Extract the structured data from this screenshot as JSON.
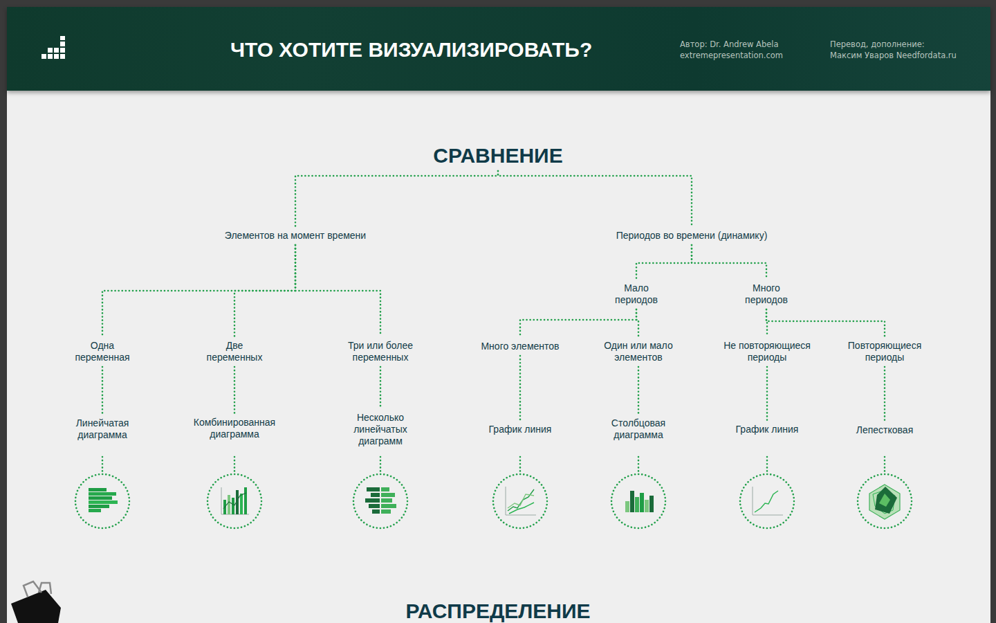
{
  "diagram": {
    "title": "ЧТО ХОТИТЕ ВИЗУАЛИЗИРОВАТЬ?",
    "nodes": [
      {
        "text": [
          "СРАВНЕНИЕ"
        ]
      },
      {
        "text": [
          "Элементов на момент времени"
        ]
      },
      {
        "text": [
          "Периодов во времени (динамику)"
        ]
      },
      {
        "text": [
          "Одна переменная"
        ]
      },
      {
        "text": [
          "Две переменных"
        ]
      },
      {
        "text": [
          "Три или более переменных"
        ]
      },
      {
        "text": [
          "Мало периодов"
        ]
      },
      {
        "text": [
          "Много периодов"
        ]
      },
      {
        "text": [
          "Много элементов"
        ]
      },
      {
        "text": [
          "Один или мало элементов"
        ]
      },
      {
        "text": [
          "Не повторяющиеся периоды"
        ]
      },
      {
        "text": [
          "Повторяющиеся периоды"
        ]
      },
      {
        "text": [
          "Линейчатая диаграмма"
        ]
      },
      {
        "text": [
          "Комбинированная диаграмма"
        ]
      },
      {
        "text": [
          "Несколько линейчатых диаграмм"
        ]
      },
      {
        "text": [
          "График линия"
        ]
      },
      {
        "text": [
          "Столбцовая диаграмма"
        ]
      },
      {
        "text": [
          "График линия"
        ]
      },
      {
        "text": [
          "Лепестковая"
        ]
      }
    ],
    "edges": [
      {
        "from": 0,
        "to": 1,
        "arrow": "none"
      },
      {
        "from": 0,
        "to": 2,
        "arrow": "none"
      },
      {
        "from": 1,
        "to": 3,
        "arrow": "none"
      },
      {
        "from": 1,
        "to": 4,
        "arrow": "none"
      },
      {
        "from": 1,
        "to": 5,
        "arrow": "none"
      },
      {
        "from": 2,
        "to": 6,
        "arrow": "none"
      },
      {
        "from": 2,
        "to": 7,
        "arrow": "none"
      },
      {
        "from": 6,
        "to": 8,
        "arrow": "none"
      },
      {
        "from": 6,
        "to": 9,
        "arrow": "none"
      },
      {
        "from": 7,
        "to": 10,
        "arrow": "none"
      },
      {
        "from": 7,
        "to": 11,
        "arrow": "none"
      },
      {
        "from": 3,
        "to": 12,
        "arrow": "none"
      },
      {
        "from": 4,
        "to": 13,
        "arrow": "none"
      },
      {
        "from": 5,
        "to": 14,
        "arrow": "none"
      },
      {
        "from": 8,
        "to": 15,
        "arrow": "none"
      },
      {
        "from": 9,
        "to": 16,
        "arrow": "none"
      },
      {
        "from": 10,
        "to": 17,
        "arrow": "none"
      },
      {
        "from": 11,
        "to": 18,
        "arrow": "none"
      }
    ],
    "labels": [
      "Автор: Dr. Andrew Abela",
      "extremepresentation.com",
      "Перевод, дополнение:",
      "Максим Уваров Needfordata.ru",
      "РАСПРЕДЕЛЕНИЕ"
    ]
  }
}
